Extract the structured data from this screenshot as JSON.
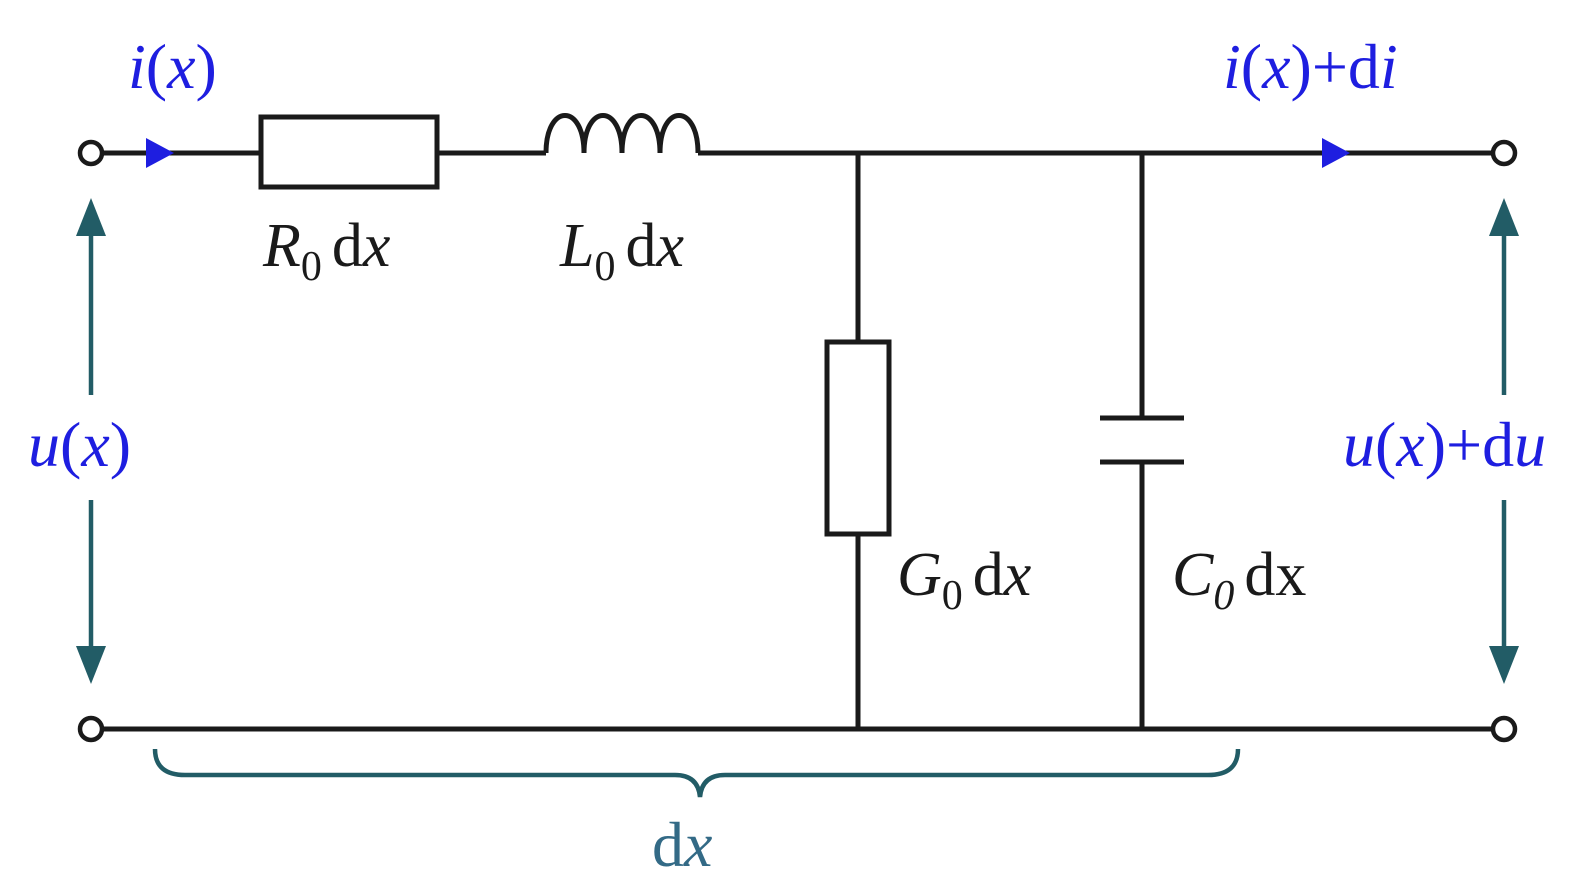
{
  "labels": {
    "current_in": {
      "fn": "i",
      "arg": "x"
    },
    "current_out": {
      "fn": "i",
      "arg": "x",
      "plus": "+",
      "d": "d",
      "var": "i"
    },
    "voltage_in": {
      "fn": "u",
      "arg": "x"
    },
    "voltage_out": {
      "fn": "u",
      "arg": "x",
      "plus": "+",
      "d": "d",
      "var": "u"
    },
    "resistor": {
      "sym": "R",
      "sub": "0",
      "d": "d",
      "var": "x"
    },
    "inductor": {
      "sym": "L",
      "sub": "0",
      "d": "d",
      "var": "x"
    },
    "conductance": {
      "sym": "G",
      "sub": "0",
      "d": "d",
      "var": "x"
    },
    "capacitor": {
      "sym": "C",
      "sub": "0",
      "d": "d",
      "var": "x"
    },
    "segment_length": {
      "d": "d",
      "var": "x"
    }
  },
  "colors": {
    "wire": "#1a1a1a",
    "current_label": "#1e1ee0",
    "voltage_arrow": "#225c66",
    "voltage_label": "#1e1ee0",
    "brace": "#336a86"
  }
}
